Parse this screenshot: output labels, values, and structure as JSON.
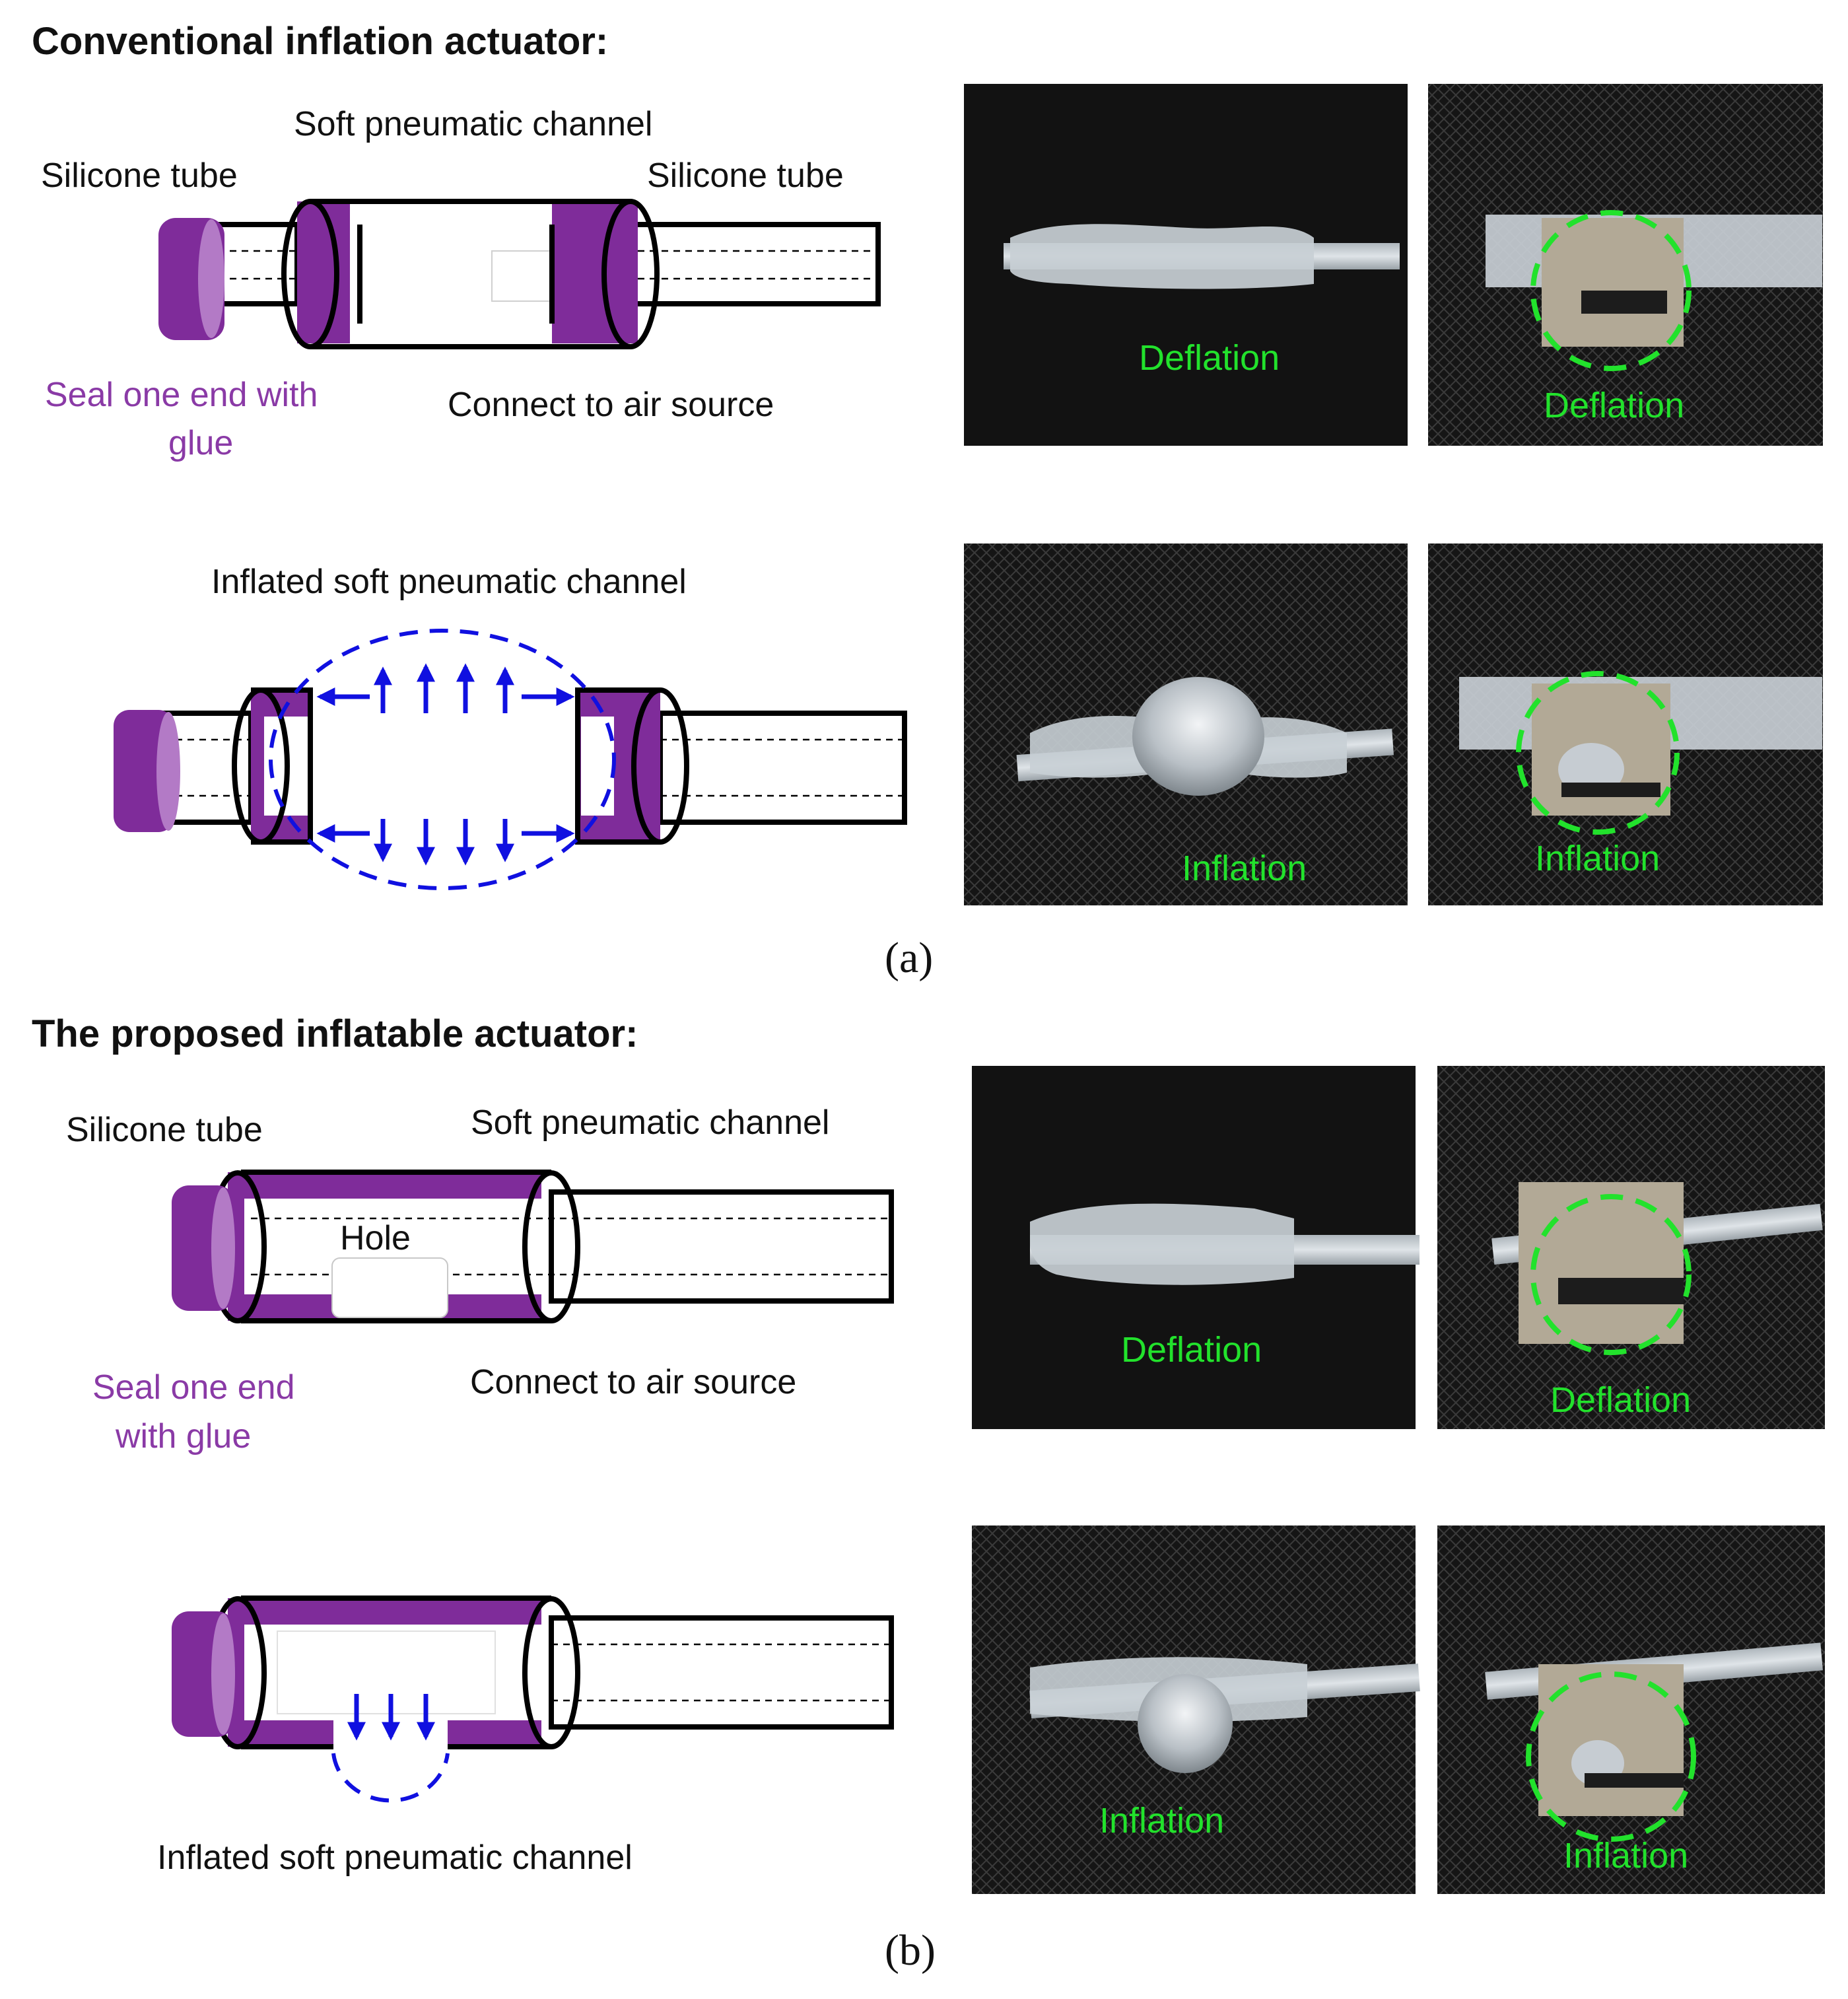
{
  "panel_a": {
    "heading": "Conventional inflation actuator:",
    "labels": {
      "soft_channel": "Soft pneumatic channel",
      "silicone_tube_left": "Silicone tube",
      "silicone_tube_right": "Silicone tube",
      "seal_line1": "Seal one end with",
      "seal_line2": "glue",
      "connect": "Connect to air source",
      "inflated": "Inflated soft pneumatic channel"
    },
    "photos": {
      "p1": "Deflation",
      "p2": "Deflation",
      "p3": "Inflation",
      "p4": "Inflation"
    },
    "caption": "(a)"
  },
  "panel_b": {
    "heading": "The proposed inflatable actuator:",
    "labels": {
      "silicone_tube": "Silicone tube",
      "soft_channel": "Soft pneumatic channel",
      "hole": "Hole",
      "seal_line1": "Seal one end",
      "seal_line2": "with glue",
      "connect": "Connect to air source",
      "inflated": "Inflated soft pneumatic channel"
    },
    "photos": {
      "p1": "Deflation",
      "p2": "Deflation",
      "p3": "Inflation",
      "p4": "Inflation"
    },
    "caption": "(b)"
  },
  "colors": {
    "glue": "#7f2c9a",
    "arrow": "#1010e0",
    "photo_label": "#22e22c",
    "photo_bg": "#141414"
  }
}
